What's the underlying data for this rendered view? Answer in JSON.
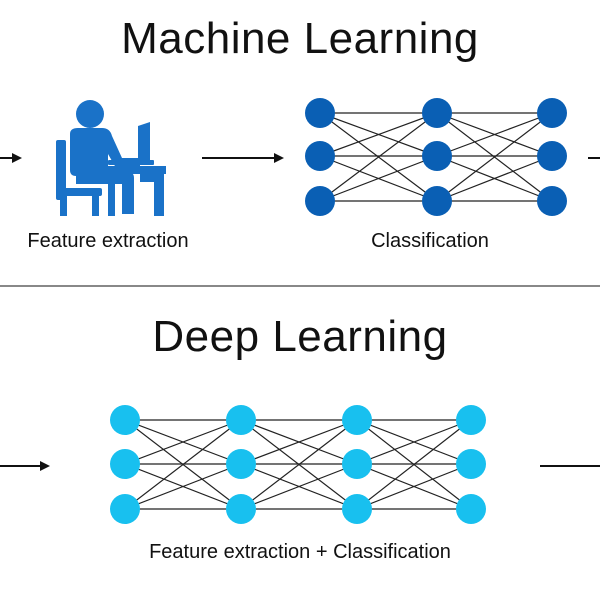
{
  "machine_learning": {
    "title": "Machine Learning",
    "feature_label": "Feature extraction",
    "classification_label": "Classification"
  },
  "deep_learning": {
    "title": "Deep Learning",
    "combined_label": "Feature extraction + Classification"
  },
  "colors": {
    "ml_node": "#0a5fb4",
    "dl_node": "#18c0ef",
    "person_icon": "#1a72c8",
    "edge": "#222222",
    "divider": "#888888"
  }
}
